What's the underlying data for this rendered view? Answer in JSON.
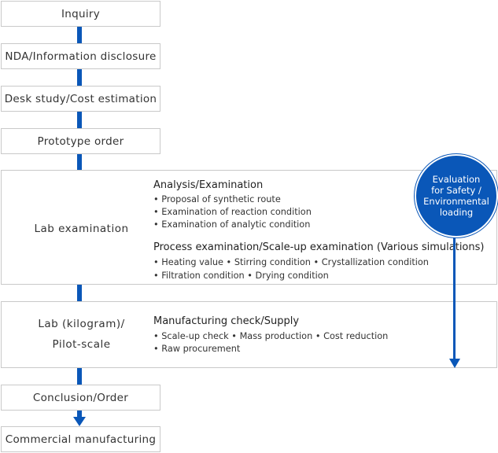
{
  "steps": {
    "inquiry": "Inquiry",
    "nda": "NDA/Information disclosure",
    "desk": "Desk study/Cost estimation",
    "prototype": "Prototype order",
    "lab": "Lab examination",
    "pilot_line1": "Lab (kilogram)/",
    "pilot_line2": "Pilot-scale",
    "conclusion": "Conclusion/Order",
    "commercial": "Commercial manufacturing"
  },
  "lab_section": {
    "analysis_title": "Analysis/Examination",
    "analysis_items": [
      "• Proposal of synthetic route",
      "• Examination of reaction condition",
      "• Examination of analytic condition"
    ],
    "process_title": "Process examination/Scale-up examination (Various simulations)",
    "process_lines": [
      "• Heating value  • Stirring condition  • Crystallization condition",
      "• Filtration condition  • Drying condition"
    ]
  },
  "pilot_section": {
    "title": "Manufacturing check/Supply",
    "lines": [
      "• Scale-up check • Mass production  • Cost reduction",
      "• Raw procurement"
    ]
  },
  "evaluation": {
    "lines": [
      "Evaluation",
      "for Safety /",
      "Environmental",
      "loading"
    ]
  },
  "colors": {
    "accent": "#0a57b8",
    "border": "#c9c9c9"
  }
}
